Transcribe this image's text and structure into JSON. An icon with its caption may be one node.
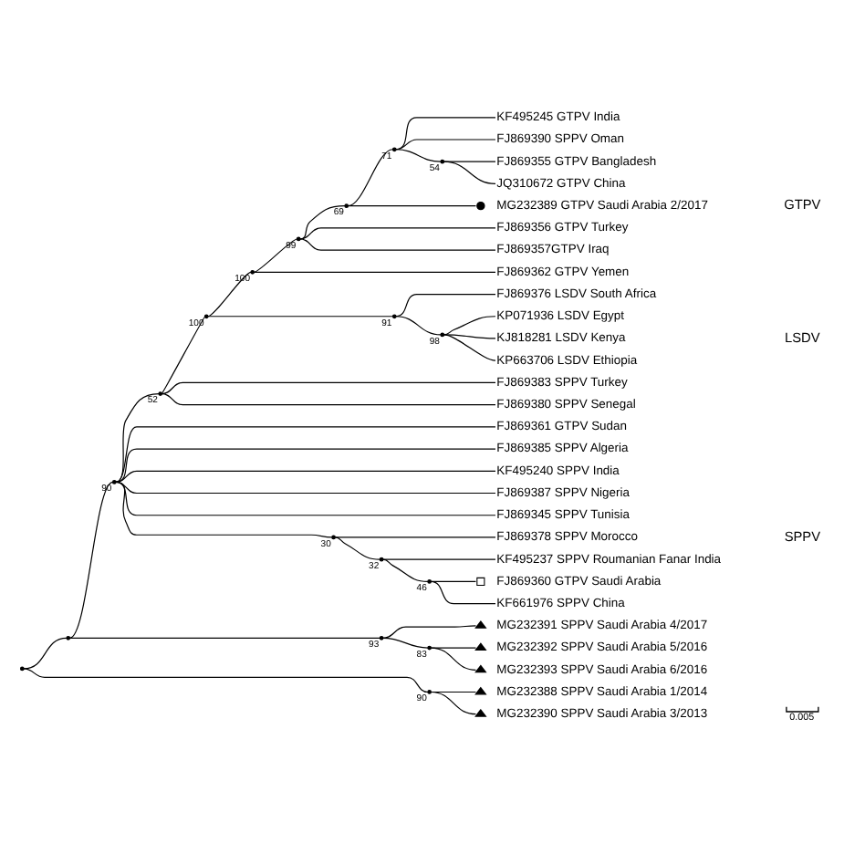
{
  "diagram": {
    "nodes": [
      {
        "text": [
          "KF495245 GTPV India"
        ]
      },
      {
        "text": [
          "FJ869390 SPPV Oman"
        ]
      },
      {
        "text": [
          "FJ869355 GTPV Bangladesh"
        ]
      },
      {
        "text": [
          "JQ310672 GTPV China"
        ]
      },
      {
        "text": [],
        "shape": "circle",
        "beside": [
          "MG232389 GTPV Saudi Arabia 2/2017"
        ]
      },
      {
        "text": [
          "FJ869356 GTPV Turkey"
        ]
      },
      {
        "text": [
          "FJ869357GTPV Iraq"
        ]
      },
      {
        "text": [
          "FJ869362 GTPV Yemen"
        ]
      },
      {
        "text": [
          "FJ869376 LSDV South Africa"
        ]
      },
      {
        "text": [
          "KP071936 LSDV Egypt"
        ]
      },
      {
        "text": [
          "KJ818281 LSDV Kenya"
        ]
      },
      {
        "text": [
          "KP663706 LSDV Ethiopia"
        ]
      },
      {
        "text": [
          "FJ869383 SPPV Turkey"
        ]
      },
      {
        "text": [
          "FJ869380 SPPV Senegal"
        ]
      },
      {
        "text": [
          "FJ869361 GTPV Sudan"
        ]
      },
      {
        "text": [
          "FJ869385 SPPV Algeria"
        ]
      },
      {
        "text": [
          "KF495240 SPPV India"
        ]
      },
      {
        "text": [
          "FJ869387 SPPV Nigeria"
        ]
      },
      {
        "text": [
          "FJ869345 SPPV Tunisia"
        ]
      },
      {
        "text": [
          "FJ869378 SPPV Morocco"
        ]
      },
      {
        "text": [
          "KF495237 SPPV Roumanian Fanar India"
        ]
      },
      {
        "text": [],
        "shape": "square",
        "beside": [
          "FJ869360 GTPV Saudi Arabia"
        ]
      },
      {
        "text": [
          "KF661976 SPPV China"
        ]
      },
      {
        "text": [],
        "shape": "triangle",
        "beside": [
          "MG232391 SPPV Saudi Arabia 4/2017"
        ]
      },
      {
        "text": [],
        "shape": "triangle",
        "beside": [
          "MG232392 SPPV Saudi Arabia 5/2016"
        ]
      },
      {
        "text": [],
        "shape": "triangle",
        "beside": [
          "MG232393 SPPV Saudi Arabia 6/2016"
        ]
      },
      {
        "text": [],
        "shape": "triangle",
        "beside": [
          "MG232388 SPPV Saudi Arabia 1/2014"
        ]
      },
      {
        "text": [],
        "shape": "triangle",
        "beside": [
          "MG232390 SPPV Saudi Arabia 3/2013"
        ]
      },
      {
        "text": [],
        "shape": "point",
        "beside": [
          "71"
        ]
      },
      {
        "text": [],
        "shape": "point",
        "beside": [
          "54"
        ]
      },
      {
        "text": [],
        "shape": "point",
        "beside": [
          "69"
        ]
      },
      {
        "text": [],
        "shape": "point",
        "beside": [
          "99"
        ]
      },
      {
        "text": [],
        "shape": "point",
        "beside": [
          "100"
        ]
      },
      {
        "text": [],
        "shape": "point",
        "beside": [
          "98"
        ]
      },
      {
        "text": [],
        "shape": "point",
        "beside": [
          "91"
        ]
      },
      {
        "text": [],
        "shape": "point",
        "beside": [
          "100"
        ]
      },
      {
        "text": [],
        "shape": "point",
        "beside": [
          "52"
        ]
      },
      {
        "text": [],
        "shape": "point",
        "beside": [
          "46"
        ]
      },
      {
        "text": [],
        "shape": "point",
        "beside": [
          "32"
        ]
      },
      {
        "text": [],
        "shape": "point",
        "beside": [
          "30"
        ]
      },
      {
        "text": [],
        "shape": "point",
        "beside": [
          "90"
        ]
      },
      {
        "text": [],
        "shape": "point",
        "beside": [
          "83"
        ]
      },
      {
        "text": [],
        "shape": "point",
        "beside": [
          "93"
        ]
      },
      {
        "text": [],
        "shape": "point"
      },
      {
        "text": [],
        "shape": "point",
        "beside": [
          "90"
        ]
      },
      {
        "text": [],
        "shape": "point"
      }
    ],
    "edges": [
      {
        "from": 45,
        "to": 43,
        "arrow": "none"
      },
      {
        "from": 45,
        "to": 44,
        "arrow": "none"
      },
      {
        "from": 43,
        "to": 40,
        "arrow": "none"
      },
      {
        "from": 43,
        "to": 42,
        "arrow": "none"
      },
      {
        "from": 40,
        "to": 36,
        "arrow": "none"
      },
      {
        "from": 40,
        "to": 14,
        "arrow": "none"
      },
      {
        "from": 40,
        "to": 15,
        "arrow": "none"
      },
      {
        "from": 40,
        "to": 16,
        "arrow": "none"
      },
      {
        "from": 40,
        "to": 17,
        "arrow": "none"
      },
      {
        "from": 40,
        "to": 18,
        "arrow": "none"
      },
      {
        "from": 40,
        "to": 39,
        "arrow": "none"
      },
      {
        "from": 36,
        "to": 35,
        "arrow": "none"
      },
      {
        "from": 36,
        "to": 12,
        "arrow": "none"
      },
      {
        "from": 36,
        "to": 13,
        "arrow": "none"
      },
      {
        "from": 35,
        "to": 32,
        "arrow": "none"
      },
      {
        "from": 35,
        "to": 34,
        "arrow": "none"
      },
      {
        "from": 32,
        "to": 31,
        "arrow": "none"
      },
      {
        "from": 32,
        "to": 7,
        "arrow": "none"
      },
      {
        "from": 31,
        "to": 30,
        "arrow": "none"
      },
      {
        "from": 31,
        "to": 5,
        "arrow": "none"
      },
      {
        "from": 31,
        "to": 6,
        "arrow": "none"
      },
      {
        "from": 30,
        "to": 28,
        "arrow": "none"
      },
      {
        "from": 30,
        "to": 4,
        "arrow": "none"
      },
      {
        "from": 28,
        "to": 0,
        "arrow": "none"
      },
      {
        "from": 28,
        "to": 1,
        "arrow": "none"
      },
      {
        "from": 28,
        "to": 29,
        "arrow": "none"
      },
      {
        "from": 29,
        "to": 2,
        "arrow": "none"
      },
      {
        "from": 29,
        "to": 3,
        "arrow": "none"
      },
      {
        "from": 34,
        "to": 8,
        "arrow": "none"
      },
      {
        "from": 34,
        "to": 33,
        "arrow": "none"
      },
      {
        "from": 33,
        "to": 9,
        "arrow": "none"
      },
      {
        "from": 33,
        "to": 10,
        "arrow": "none"
      },
      {
        "from": 33,
        "to": 11,
        "arrow": "none"
      },
      {
        "from": 39,
        "to": 19,
        "arrow": "none"
      },
      {
        "from": 39,
        "to": 38,
        "arrow": "none"
      },
      {
        "from": 38,
        "to": 20,
        "arrow": "none"
      },
      {
        "from": 38,
        "to": 37,
        "arrow": "none"
      },
      {
        "from": 37,
        "to": 21,
        "arrow": "none"
      },
      {
        "from": 37,
        "to": 22,
        "arrow": "none"
      },
      {
        "from": 42,
        "to": 23,
        "arrow": "none"
      },
      {
        "from": 42,
        "to": 41,
        "arrow": "none"
      },
      {
        "from": 41,
        "to": 24,
        "arrow": "none"
      },
      {
        "from": 41,
        "to": 25,
        "arrow": "none"
      },
      {
        "from": 44,
        "to": 26,
        "arrow": "none"
      },
      {
        "from": 44,
        "to": 27,
        "arrow": "none"
      }
    ],
    "labels": [
      "GTPV",
      "LSDV",
      "SPPV",
      "0.005"
    ]
  }
}
